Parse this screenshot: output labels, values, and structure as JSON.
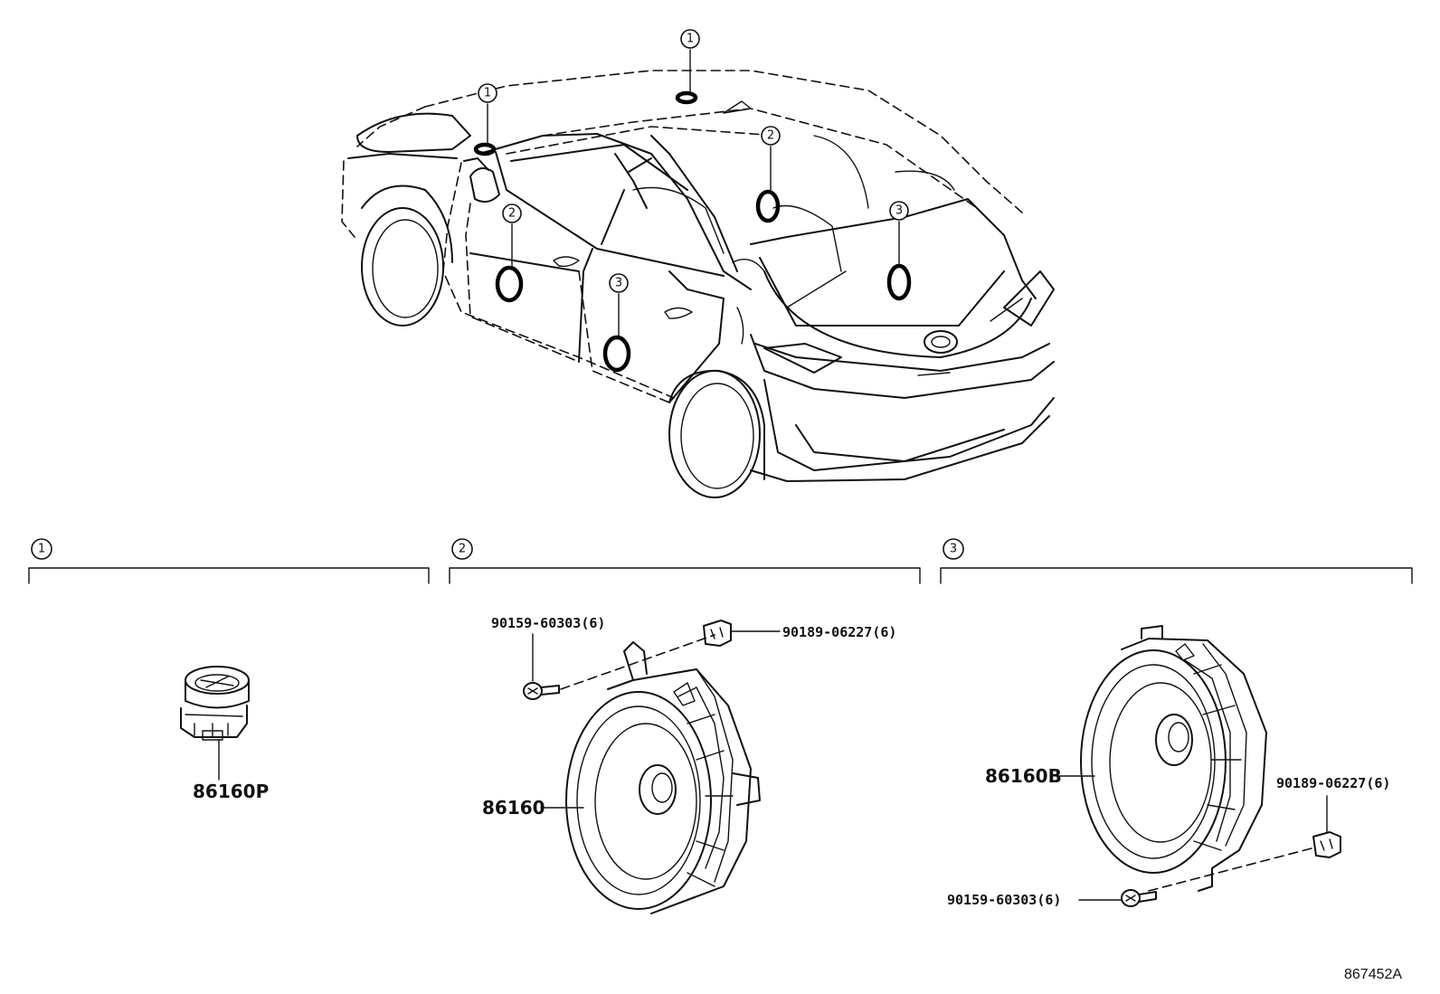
{
  "callouts": {
    "speaker_1": "1",
    "speaker_2": "2",
    "speaker_3": "3"
  },
  "groups": [
    {
      "id": "1",
      "parts": [
        "86160P"
      ]
    },
    {
      "id": "2",
      "parts": [
        "86160",
        "90159-60303(6)",
        "90189-06227(6)"
      ]
    },
    {
      "id": "3",
      "parts": [
        "86160B",
        "90159-60303(6)",
        "90189-06227(6)"
      ]
    }
  ],
  "labels": {
    "tweeter": "86160P",
    "front_speaker": "86160",
    "front_screw": "90159-60303(6)",
    "front_nut": "90189-06227(6)",
    "rear_speaker": "86160B",
    "rear_screw": "90159-60303(6)",
    "rear_nut": "90189-06227(6)"
  },
  "illustration_id": "867452A",
  "icons": [
    "car-outline-icon",
    "tweeter-icon",
    "speaker-icon",
    "screw-icon",
    "clip-nut-icon"
  ]
}
